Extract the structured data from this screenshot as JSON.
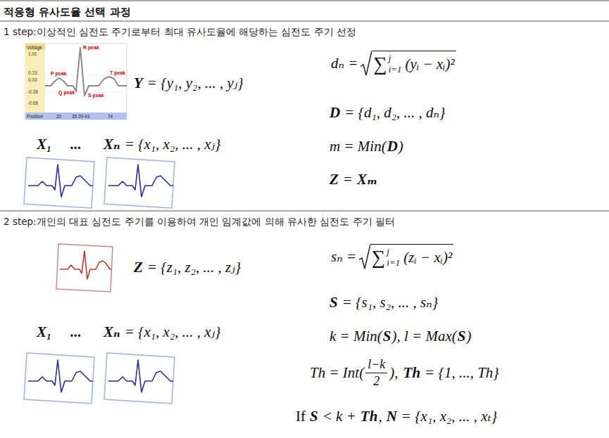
{
  "diagram": {
    "title": "적응형 유사도율 선택 과정",
    "labels": [
      "1 step:이상적인 심전도 주기로부터 최대 유사도율에 해당하는 심전도 주기 선정",
      "Voltage",
      "1.01",
      "0.23",
      "0.03",
      "-0.38",
      "-0.68",
      "Position",
      "20",
      "35 39 43",
      "74",
      "P peak",
      "R peak",
      "Q peak",
      "S peak",
      "T peak",
      "Y",
      "= {y₁, y₂, ... , yⱼ}",
      "X₁",
      "...",
      "Xₙ",
      "= {x₁, x₂, ... , xⱼ}",
      "dₙ =",
      "∑",
      "j",
      "i=1",
      "(yᵢ − xᵢ)²",
      "D",
      "= {d₁, d₂, ... , dₙ}",
      "m = Min(",
      "D",
      ")",
      "Z",
      "=",
      "Xₘ",
      "2 step:개인의 대표 심전도 주기를 이용하여 개인 임계값에 의해 유사한 심전도 주기 필터",
      "Z",
      "= {z₁, z₂, ... , zⱼ}",
      "X₁",
      "...",
      "Xₙ",
      "= {x₁, x₂, ... , xⱼ}",
      "sₙ =",
      "∑",
      "j",
      "i=1",
      "(zᵢ − xᵢ)²",
      "S",
      "= {s₁, s₂, ... , sₙ}",
      "k = Min(",
      "S",
      "), l = Max(",
      "S",
      ")",
      "Th = Int(",
      "l−k",
      "2",
      "),",
      "Th",
      "= {1, ..., Th}",
      "If",
      "S",
      "< k +",
      "Th",
      ",",
      "N",
      "= {x₁, x₂, ... , xₜ}"
    ]
  }
}
